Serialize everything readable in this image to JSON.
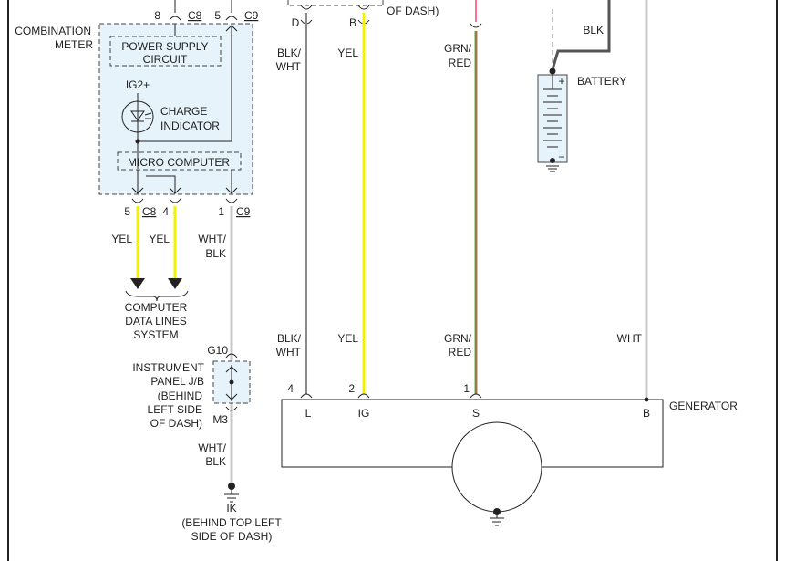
{
  "colors": {
    "frame": "#222222",
    "yel": "#f3f000",
    "gray": "#8a8a8a",
    "lightgray": "#c8c8c8",
    "grn": "#6aa84f",
    "red": "#d64545",
    "pink": "#ff6f91",
    "box_fill": "#e6f3fa"
  },
  "top": {
    "pin_c8": "8",
    "conn_c8": "C8",
    "pin_c9": "5",
    "conn_c9": "C9",
    "pin_d": "D",
    "pin_b": "B",
    "of_dash": "OF DASH)"
  },
  "meter": {
    "label_line1": "COMBINATION",
    "label_line2": "METER",
    "power_supply_line1": "POWER SUPPLY",
    "power_supply_line2": "CIRCUIT",
    "ig2": "IG2+",
    "charge_line1": "CHARGE",
    "charge_line2": "INDICATOR",
    "micro": "MICRO COMPUTER"
  },
  "meter_bottom": {
    "pin5": "5",
    "pin4": "4",
    "conn_c8": "C8",
    "pin1": "1",
    "conn_c9": "C9"
  },
  "wires": {
    "yel": "YEL",
    "wht_blk_l1": "WHT/",
    "wht_blk_l2": "BLK",
    "blk_wht_l1": "BLK/",
    "blk_wht_l2": "WHT",
    "grn_red_l1": "GRN/",
    "grn_red_l2": "RED",
    "blk": "BLK",
    "wht": "WHT"
  },
  "computer": {
    "line1": "COMPUTER",
    "line2": "DATA LINES",
    "line3": "SYSTEM"
  },
  "junction": {
    "g10": "G10",
    "m3": "M3",
    "line1": "INSTRUMENT",
    "line2": "PANEL J/B",
    "line3": "(BEHIND",
    "line4": "LEFT SIDE",
    "line5": "OF DASH)"
  },
  "ground": {
    "id": "IK",
    "line1": "(BEHIND TOP LEFT",
    "line2": "SIDE OF DASH)"
  },
  "battery": {
    "label": "BATTERY",
    "plus": "+",
    "minus": "−"
  },
  "generator": {
    "label": "GENERATOR",
    "pin4": "4",
    "pin2": "2",
    "pin1": "1",
    "term_l": "L",
    "term_ig": "IG",
    "term_s": "S",
    "term_b": "B"
  }
}
